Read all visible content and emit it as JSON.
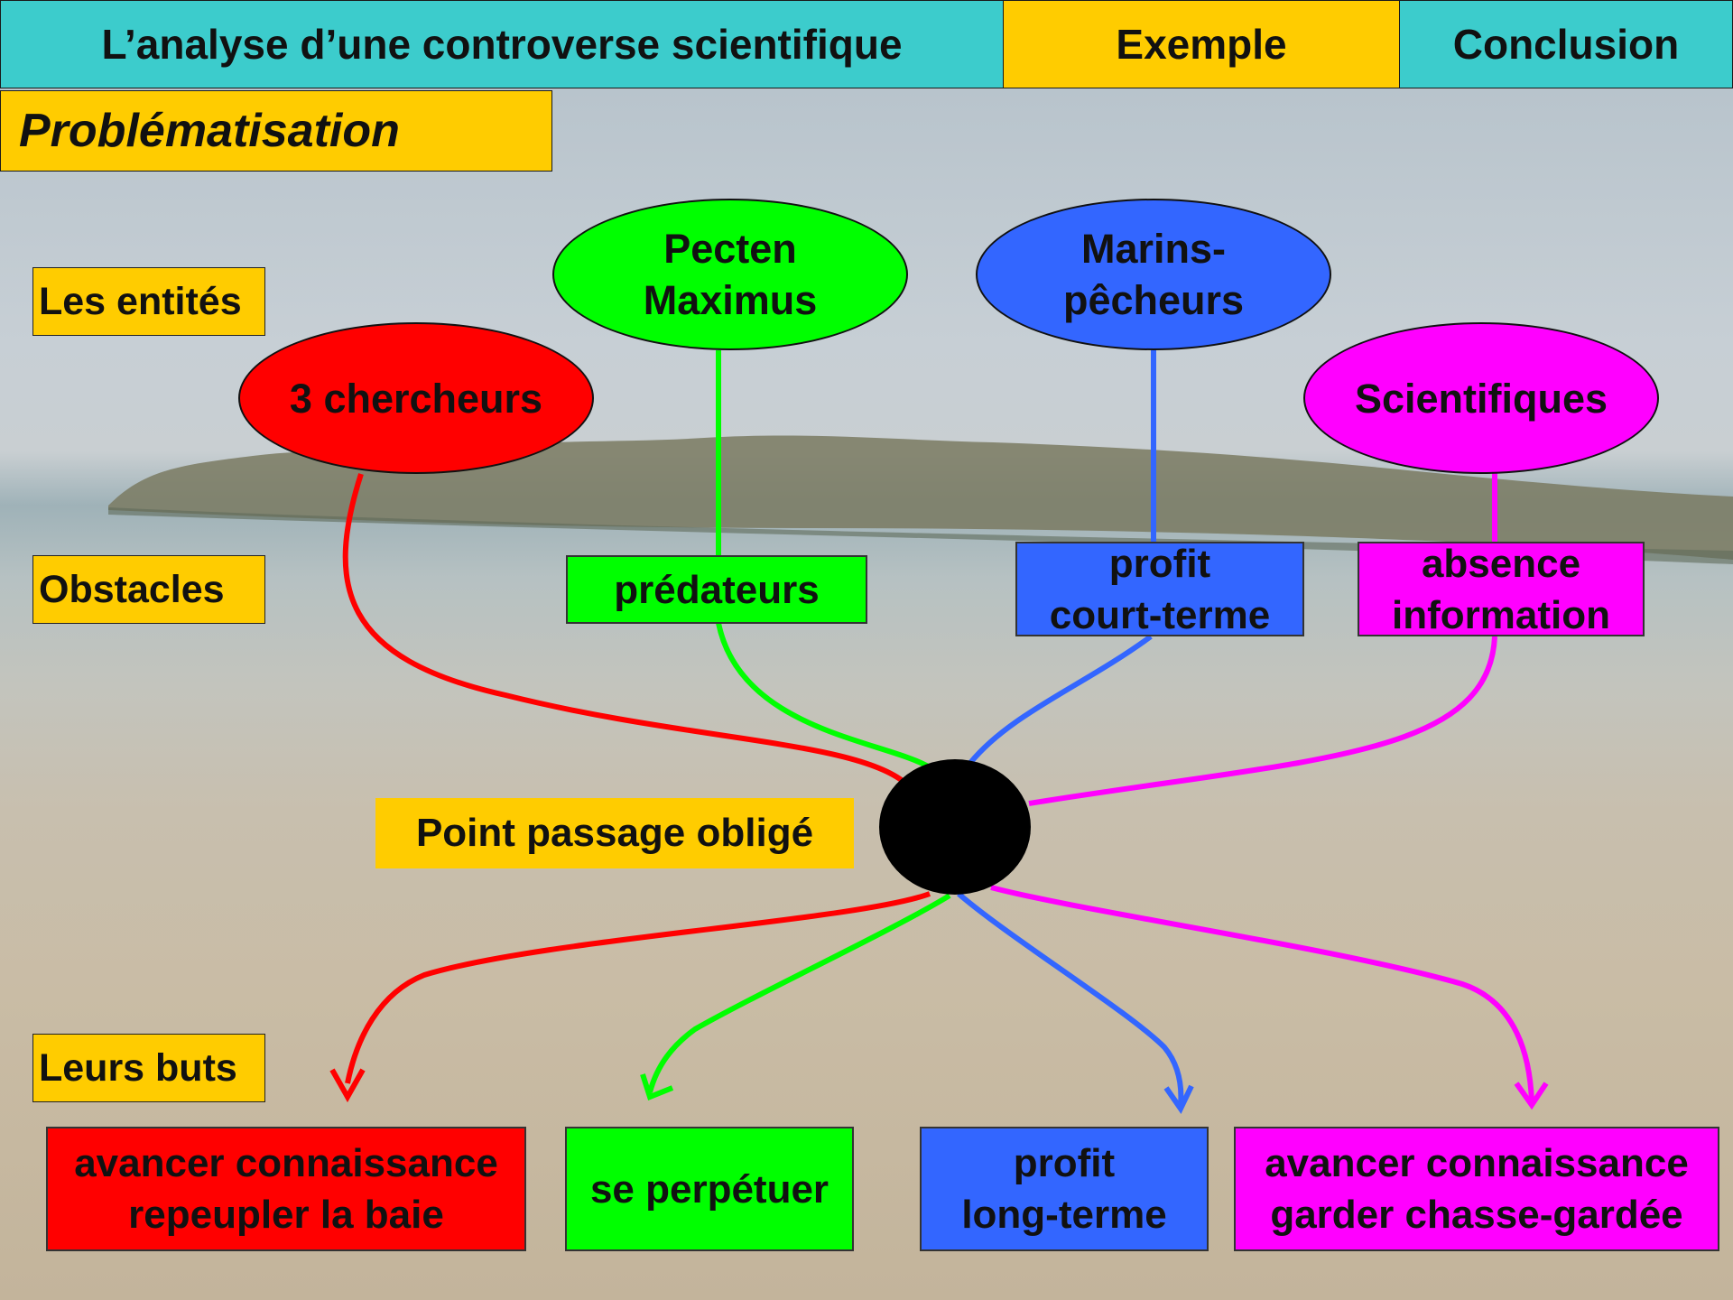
{
  "header": {
    "title": "L’analyse d’une controverse scientifique",
    "tab_example": "Exemple",
    "tab_conclusion": "Conclusion"
  },
  "section": "Problématisation",
  "row_labels": {
    "entities": "Les entités",
    "obstacles": "Obstacles",
    "ppo": "Point passage obligé",
    "goals": "Leurs buts"
  },
  "actors": [
    {
      "name": "3 chercheurs",
      "color": "#ff0000",
      "obstacle": "",
      "goal_lines": [
        "avancer connaissance",
        "repeupler la baie"
      ]
    },
    {
      "name_lines": [
        "Pecten",
        "Maximus"
      ],
      "color": "#00ff00",
      "obstacle": "prédateurs",
      "goal_lines": [
        "se perpétuer"
      ]
    },
    {
      "name_lines": [
        "Marins-",
        "pêcheurs"
      ],
      "color": "#3366ff",
      "obstacle_lines": [
        "profit",
        "court-terme"
      ],
      "goal_lines": [
        "profit",
        "long-terme"
      ]
    },
    {
      "name": "Scientifiques",
      "color": "#ff00ff",
      "obstacle_lines": [
        "absence",
        "information"
      ],
      "goal_lines": [
        "avancer connaissance",
        "garder chasse-gardée"
      ]
    }
  ],
  "hub_color": "#000000",
  "accent_label_color": "#ffcc00",
  "header_color": "#3ccccc"
}
